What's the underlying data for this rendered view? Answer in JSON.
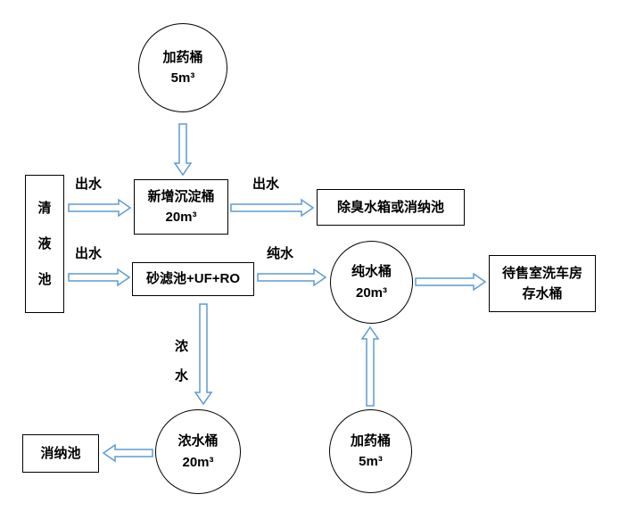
{
  "diagram": {
    "nodes": {
      "top_dosing_tank": {
        "line1": "加药桶",
        "line2": "5m³"
      },
      "clear_liquid_pool": {
        "char1": "清",
        "char2": "液",
        "char3": "池"
      },
      "sediment_tank": {
        "line1": "新增沉淀桶",
        "line2": "20m³"
      },
      "deodorize_box": {
        "label": "除臭水箱或消纳池"
      },
      "sand_filter": {
        "label": "砂滤池+UF+RO"
      },
      "pure_water_tank": {
        "line1": "纯水桶",
        "line2": "20m³"
      },
      "storage_tank": {
        "line1": "待售室洗车房",
        "line2": "存水桶"
      },
      "concentrate_tank": {
        "line1": "浓水桶",
        "line2": "20m³"
      },
      "disposal_pool": {
        "label": "消纳池"
      },
      "bottom_dosing_tank": {
        "line1": "加药桶",
        "line2": "5m³"
      }
    },
    "edge_labels": {
      "outflow_top": "出水",
      "outflow_right": "出水",
      "outflow_bottom": "出水",
      "pure_water": "纯水",
      "concentrate_char1": "浓",
      "concentrate_char2": "水"
    },
    "colors": {
      "arrow_outline": "#5B9BD5",
      "node_border": "#000000",
      "text": "#000000",
      "background": "#FFFFFF"
    }
  }
}
